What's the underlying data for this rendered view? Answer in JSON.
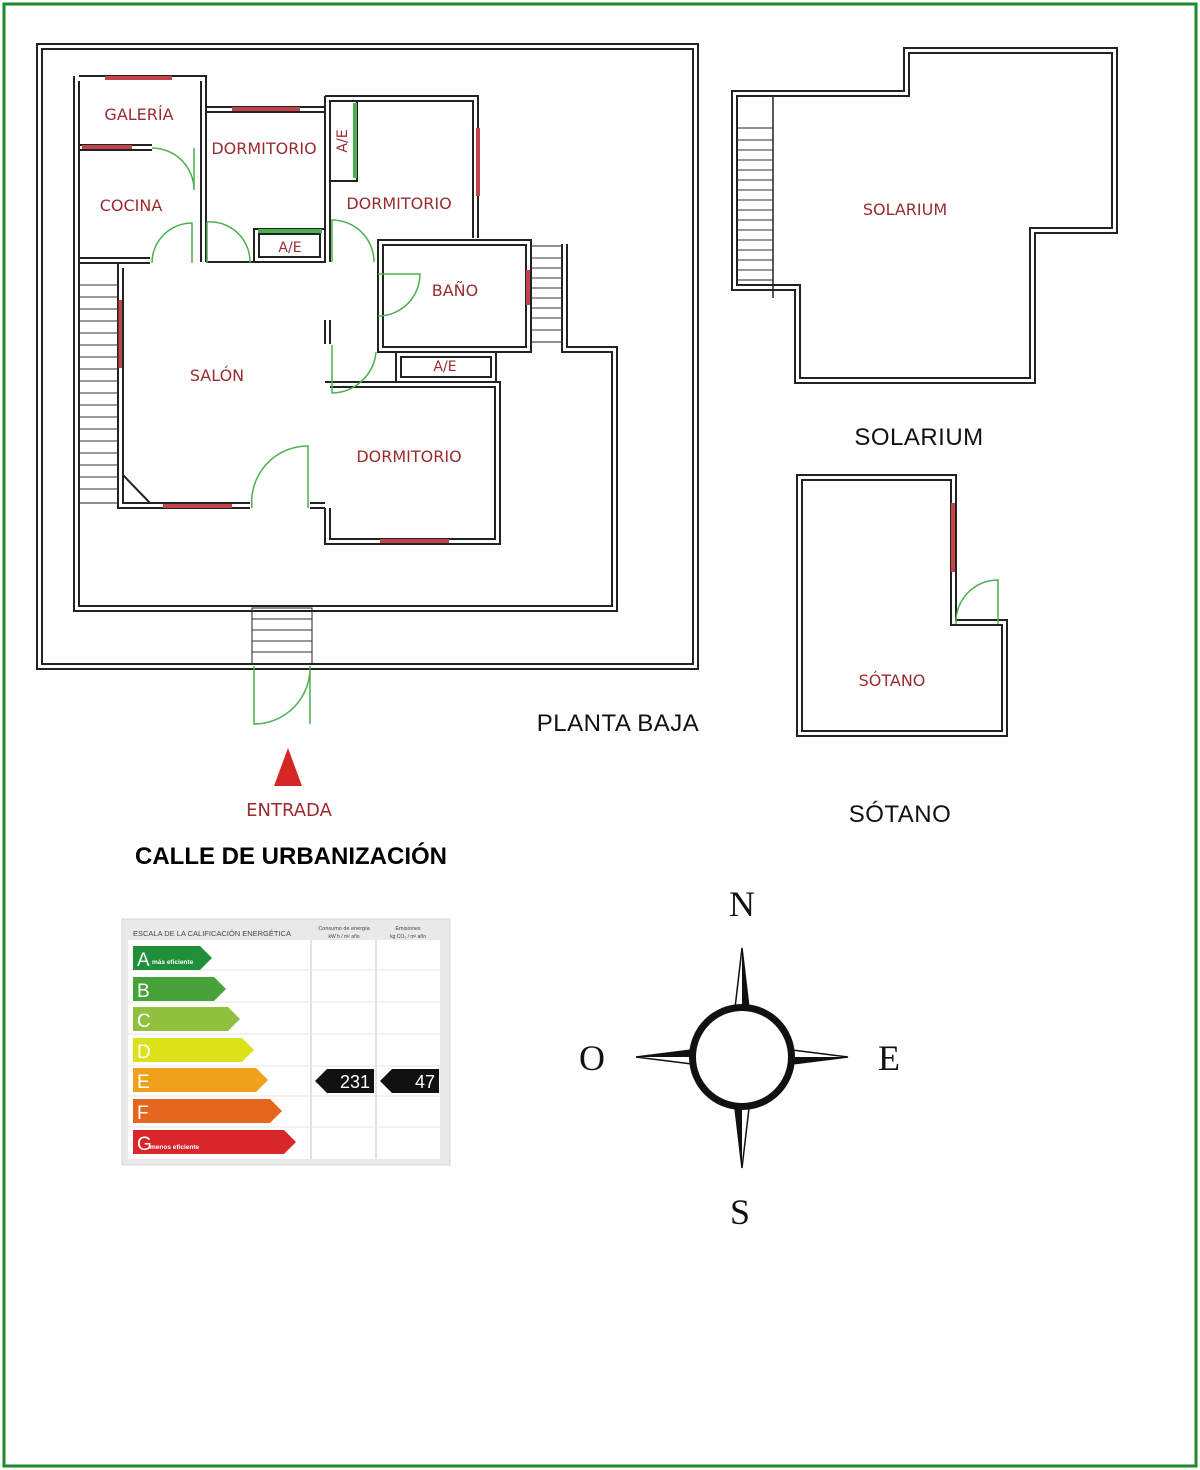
{
  "colors": {
    "border": "#1e8a2e",
    "room_label": "#9b2b2f",
    "door": "#4caf50",
    "window": "#c2444a",
    "energy_A": "#1f8f3a",
    "energy_B": "#46a339",
    "energy_C": "#8fc13e",
    "energy_D": "#dde11a",
    "energy_E": "#f0a11b",
    "energy_F": "#e4661f",
    "energy_G": "#d9262b"
  },
  "plan": {
    "ground_floor": {
      "caption": "PLANTA BAJA",
      "rooms": {
        "galeria": "GALERÍA",
        "dormitorio_1": "DORMITORIO",
        "cocina": "COCINA",
        "ae_1": "A/E",
        "ae_2": "A/E",
        "dormitorio_2": "DORMITORIO",
        "bano": "BAÑO",
        "ae_3": "A/E",
        "salon": "SALÓN",
        "dormitorio_3": "DORMITORIO"
      },
      "entry_label": "ENTRADA"
    },
    "solarium": {
      "room": "SOLARIUM",
      "caption": "SOLARIUM"
    },
    "basement": {
      "room": "SÓTANO",
      "caption": "SÓTANO"
    },
    "street": "CALLE DE URBANIZACIÓN"
  },
  "energy": {
    "scale_header": "ESCALA DE LA CALIFICACIÓN ENERGÉTICA",
    "col1_header_1": "Consumo de energía",
    "col1_header_2": "kW h / m² año",
    "col2_header_1": "Emisiones",
    "col2_header_2": "kg CO₂ / m² año",
    "ratings": [
      {
        "letter": "A",
        "sub": "más eficiente"
      },
      {
        "letter": "B",
        "sub": ""
      },
      {
        "letter": "C",
        "sub": ""
      },
      {
        "letter": "D",
        "sub": ""
      },
      {
        "letter": "E",
        "sub": ""
      },
      {
        "letter": "F",
        "sub": ""
      },
      {
        "letter": "G",
        "sub": "menos eficiente"
      }
    ],
    "current_rating": "E",
    "consumption_value": "231",
    "emissions_value": "47"
  },
  "compass": {
    "north": "N",
    "south": "S",
    "east": "E",
    "west": "O"
  }
}
